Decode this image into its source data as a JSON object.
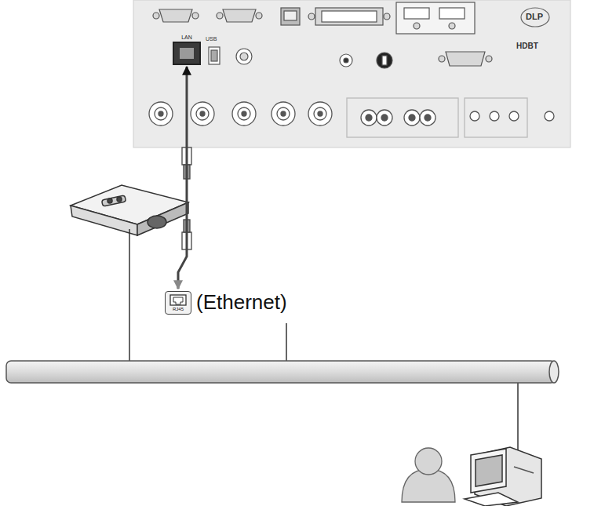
{
  "diagram": {
    "nodes": [
      {
        "text": [
          "LAN"
        ]
      },
      {
        "text": [
          "RJ45",
          "(Ethernet)"
        ]
      }
    ],
    "edges": [
      {
        "from": 0,
        "to": 1,
        "arrow": "both"
      }
    ],
    "labels": [
      "USB",
      "DLP",
      "HDBT"
    ]
  }
}
